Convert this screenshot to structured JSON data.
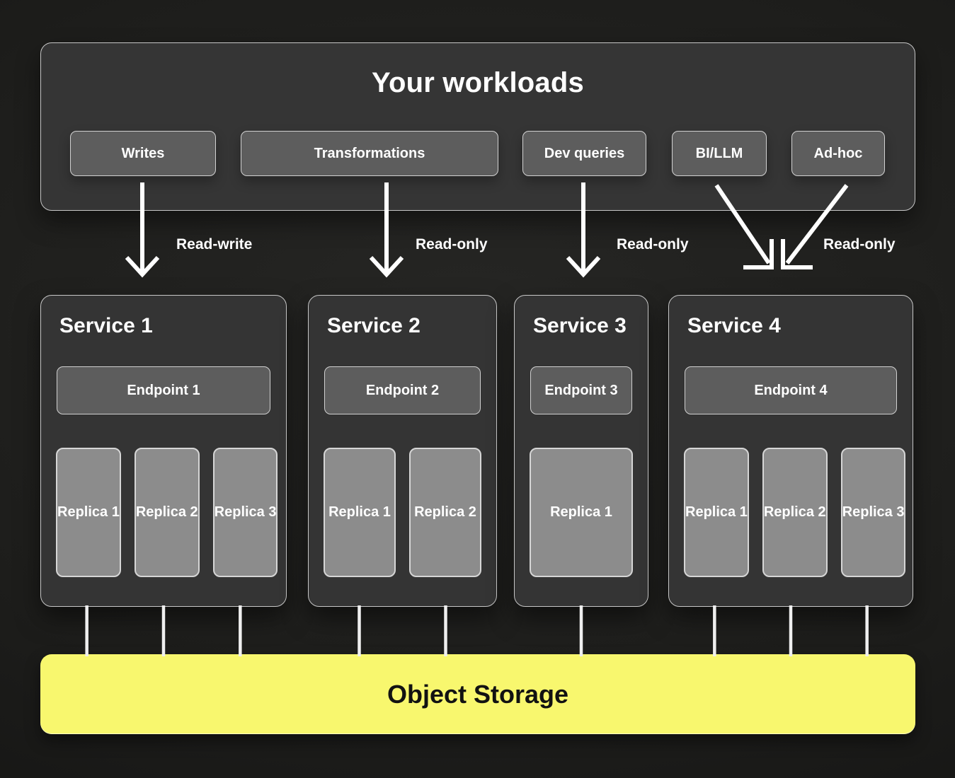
{
  "workloads": {
    "title": "Your workloads",
    "buttons": [
      {
        "label": "Writes"
      },
      {
        "label": "Transformations"
      },
      {
        "label": "Dev queries"
      },
      {
        "label": "BI/LLM"
      },
      {
        "label": "Ad-hoc"
      }
    ]
  },
  "flows": [
    {
      "label": "Read-write"
    },
    {
      "label": "Read-only"
    },
    {
      "label": "Read-only"
    },
    {
      "label": "Read-only"
    }
  ],
  "services": [
    {
      "title": "Service 1",
      "endpoint": {
        "label": "Endpoint 1"
      },
      "replicas": [
        {
          "label": "Replica 1"
        },
        {
          "label": "Replica 2"
        },
        {
          "label": "Replica 3"
        }
      ]
    },
    {
      "title": "Service 2",
      "endpoint": {
        "label": "Endpoint 2"
      },
      "replicas": [
        {
          "label": "Replica 1"
        },
        {
          "label": "Replica 2"
        }
      ]
    },
    {
      "title": "Service 3",
      "endpoint": {
        "label": "Endpoint 3"
      },
      "replicas": [
        {
          "label": "Replica 1"
        }
      ]
    },
    {
      "title": "Service 4",
      "endpoint": {
        "label": "Endpoint 4"
      },
      "replicas": [
        {
          "label": "Replica 1"
        },
        {
          "label": "Replica 2"
        },
        {
          "label": "Replica 3"
        }
      ]
    }
  ],
  "storage": {
    "label": "Object Storage"
  },
  "colors": {
    "background": "#1d1d1b",
    "panel": "#353535",
    "node": "#5d5d5d",
    "replica": "#8c8c8c",
    "border_light": "#c7c7c7",
    "arrow": "#ffffff",
    "storage_yellow": "#f8f76e",
    "storage_text": "#121212"
  }
}
